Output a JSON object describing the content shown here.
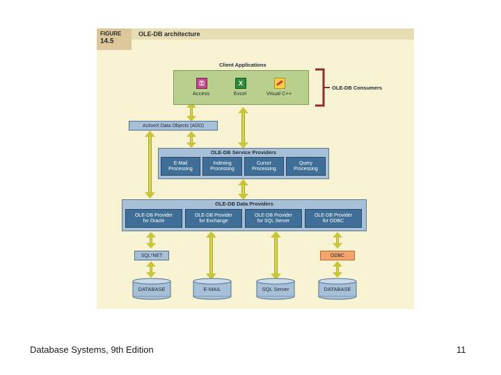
{
  "figure": {
    "tag_word": "FIGURE",
    "tag_number": "14.5",
    "title": "OLE-DB architecture"
  },
  "client": {
    "title": "Client Applications",
    "apps": [
      {
        "label": "Access",
        "icon": "access-icon"
      },
      {
        "label": "Excel",
        "icon": "excel-icon"
      },
      {
        "label": "Visual C++",
        "icon": "visual-cpp-icon"
      }
    ]
  },
  "consumers_label": "OLE-DB Consumers",
  "ado_label": "ActiveX Data Objects (ADO)",
  "service_providers": {
    "title": "OLE-DB Service Providers",
    "items": [
      "E-Mail\nProcessing",
      "Indexing\nProcessing",
      "Cursor\nProcessing",
      "Query\nProcessing"
    ]
  },
  "data_providers": {
    "title": "OLE-DB Data Providers",
    "items": [
      "OLE-DB Provider\nfor Oracle",
      "OLE-DB Provider\nfor Exchange",
      "OLE-DB Provider\nfor SQL Server",
      "OLE-DB Provider\nfor ODBC"
    ]
  },
  "middleware": {
    "sqlnet": "SQL*NET",
    "odbc": "ODBC"
  },
  "stores": [
    "DATABASE",
    "E-MAIL",
    "SQL Server",
    "DATABASE"
  ],
  "colors": {
    "green_panel": "#b9cf8d",
    "blue_panel": "#a7c0d8",
    "blue_cell": "#3f6f97",
    "arrow": "#d6d23a",
    "bracket": "#8a2c2c",
    "odbc": "#f3a46a"
  },
  "footer": {
    "left": "Database Systems, 9th Edition",
    "page": "11"
  }
}
